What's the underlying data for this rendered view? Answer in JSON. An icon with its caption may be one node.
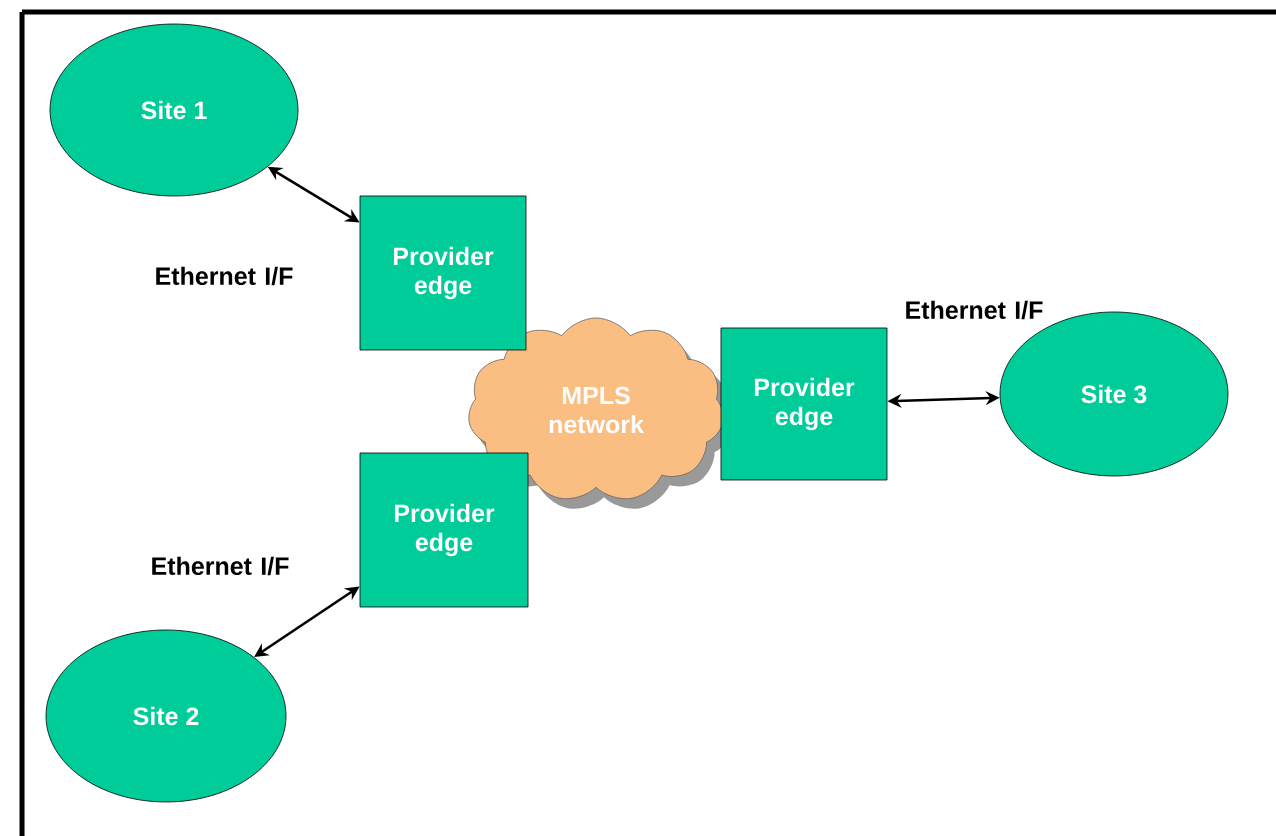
{
  "diagram": {
    "nodes": [
      {
        "text": [
          "Site 1"
        ]
      },
      {
        "text": [
          "Provider edge"
        ]
      },
      {
        "text": [
          "MPLS network"
        ]
      },
      {
        "text": [
          "Provider edge"
        ]
      },
      {
        "text": [
          "Site 3"
        ]
      },
      {
        "text": [
          "Provider edge"
        ]
      },
      {
        "text": [
          "Site 2"
        ]
      }
    ],
    "edges": [
      {
        "from": 0,
        "to": 1,
        "arrow": "both",
        "label": "Ethernet I/F"
      },
      {
        "from": 3,
        "to": 4,
        "arrow": "both",
        "label": "Ethernet I/F"
      },
      {
        "from": 5,
        "to": 6,
        "arrow": "both",
        "label": "Ethernet I/F"
      }
    ]
  }
}
